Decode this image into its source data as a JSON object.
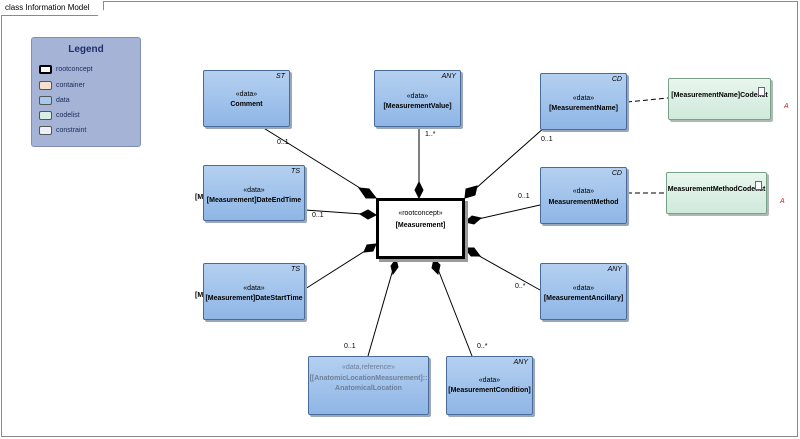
{
  "frame": {
    "title": "class Information Model"
  },
  "legend": {
    "title": "Legend",
    "items": [
      {
        "label": "rootconcept",
        "color": "#ffffff"
      },
      {
        "label": "container",
        "color": "#f5e0d0"
      },
      {
        "label": "data",
        "color": "#a9c8ee"
      },
      {
        "label": "codelist",
        "color": "#d6efe2"
      },
      {
        "label": "constraint",
        "color": "#eef0f8"
      }
    ]
  },
  "root": {
    "stereotype": "«rootconcept»",
    "name": "[Measurement]"
  },
  "classes": {
    "comment": {
      "tag": "ST",
      "stereotype": "«data»",
      "name": "Comment"
    },
    "value": {
      "tag": "ANY",
      "stereotype": "«data»",
      "name": "[MeasurementValue]"
    },
    "mname": {
      "tag": "CD",
      "stereotype": "«data»",
      "name": "[MeasurementName]"
    },
    "endtime": {
      "tag": "TS",
      "stereotype": "«data»",
      "name": "[Measurement]DateEndTime"
    },
    "method": {
      "tag": "CD",
      "stereotype": "«data»",
      "name": "MeasurementMethod"
    },
    "starttime": {
      "tag": "TS",
      "stereotype": "«data»",
      "name": "[Measurement]DateStartTime"
    },
    "ancillary": {
      "tag": "ANY",
      "stereotype": "«data»",
      "name": "[MeasurementAncillary]"
    },
    "anatomic": {
      "stereotype": "«data,reference»",
      "name1": "[[AnatomicLocationMeasurement]::",
      "name2": "AnatomicalLocation"
    },
    "condition": {
      "tag": "ANY",
      "stereotype": "«data»",
      "name": "[MeasurementCondition]"
    }
  },
  "codelists": {
    "mname": {
      "name": "[MeasurementName]Codelist",
      "mark": "A"
    },
    "method": {
      "name": "MeasurementMethodCodelist",
      "mark": "A"
    }
  },
  "clipped": {
    "endtime": "[M",
    "starttime": "[M"
  },
  "multiplicities": {
    "comment": "0..1",
    "value": "1..*",
    "mname": "0..1",
    "endtime": "0..1",
    "method": "0..1",
    "ancillary": "0..*",
    "anatomic": "0..1",
    "condition": "0..*"
  }
}
